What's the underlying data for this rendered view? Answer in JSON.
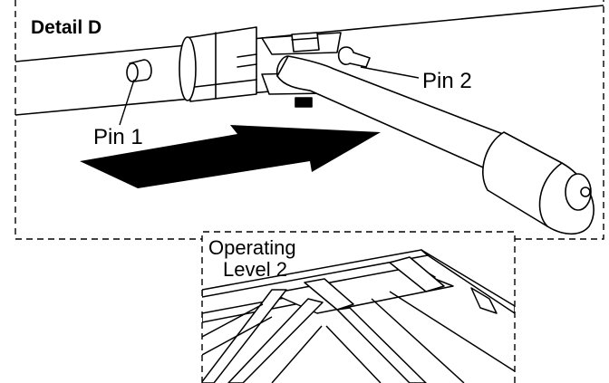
{
  "detail": {
    "title": "Detail D",
    "pin1_label": "Pin 1",
    "pin2_label": "Pin 2"
  },
  "inset": {
    "label_line1": "Operating",
    "label_line2": "Level 2"
  },
  "colors": {
    "ink": "#000000",
    "arrow": "#000000",
    "background": "#ffffff"
  }
}
